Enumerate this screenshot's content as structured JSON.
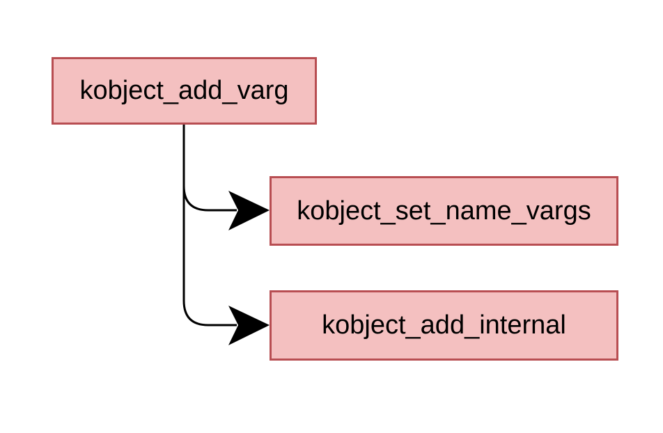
{
  "diagram": {
    "nodes": [
      {
        "id": "root",
        "label": "kobject_add_varg"
      },
      {
        "id": "child-1",
        "label": "kobject_set_name_vargs"
      },
      {
        "id": "child-2",
        "label": "kobject_add_internal"
      }
    ],
    "edges": [
      {
        "from": "root",
        "to": "child-1"
      },
      {
        "from": "root",
        "to": "child-2"
      }
    ],
    "colors": {
      "node_fill": "#f4c0c0",
      "node_border": "#b84e52",
      "edge": "#000000"
    }
  }
}
